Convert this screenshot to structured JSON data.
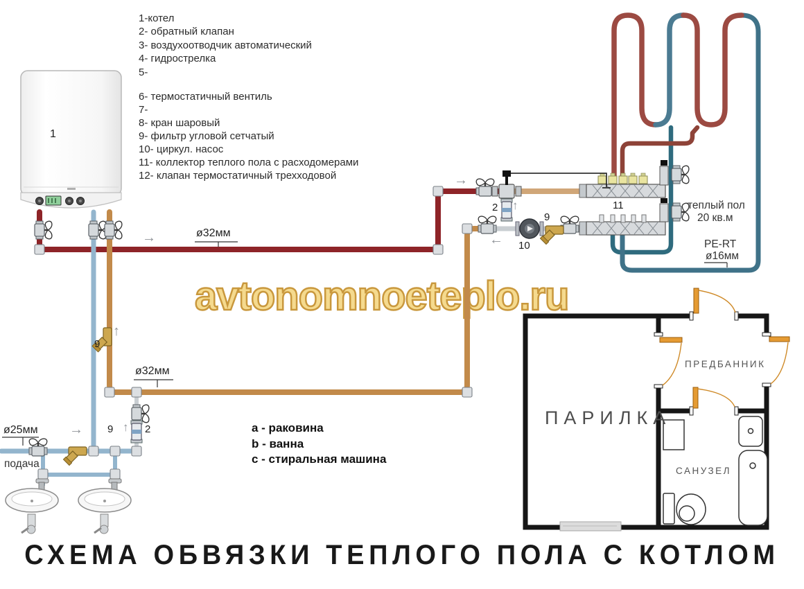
{
  "watermark": "avtonomnoeteplo.ru",
  "title": "СХЕМА ОБВЯЗКИ ТЕПЛОГО ПОЛА С КОТЛОМ",
  "legend": {
    "items": [
      "1-котел",
      "2- обратный клапан",
      "3- воздухоотводчик автоматический",
      "4- гидрострелка",
      "5-",
      "6- термостатичный вентиль",
      "7-",
      "8- кран шаровый",
      "9- фильтр угловой сетчатый",
      "10- циркул. насос",
      "11- коллектор теплого пола с расходомерами",
      "12- клапан термостатичный трехходовой"
    ]
  },
  "labels": {
    "boiler_num": "1",
    "check_mix": "2",
    "pump": "10",
    "filter_pump": "9",
    "manifold": "11",
    "filter_orange": "9",
    "filter_makeup": "9",
    "check_makeup": "2",
    "dia32_supply": "ø32мм",
    "dia32_return": "ø32мм",
    "dia25": "ø25мм",
    "dia16": "ø16мм",
    "pe_rt": "PE-RT",
    "warm_floor_1": "теплый пол",
    "warm_floor_2": "20 кв.м",
    "supply_word": "подача"
  },
  "arrows": {
    "supply_main": "→",
    "supply_top": "→",
    "pump_line": "←",
    "check_mix_flow": "↑",
    "filter_orange_flow": "↑",
    "cold_flow": "→",
    "makeup_flow": "↑"
  },
  "rooms": {
    "parilka": "ПАРИЛКА",
    "predbannik": "ПРЕДБАННИК",
    "sanuzel": "САНУЗЕЛ"
  },
  "fixtures_legend": {
    "a": "a - раковина",
    "b": "b - ванна",
    "c": "c - стиральная машина"
  },
  "colors": {
    "supply_red": "#8e2428",
    "return_orange": "#c28a4a",
    "cold_blue": "#93b5cd",
    "floor_teal": "#2f6b7e",
    "coil_red": "#9c4a42",
    "coil_blue": "#4b7b92",
    "watermark_fill": "#f5da8e",
    "watermark_stroke": "#c9983d",
    "door_orange": "#e59b33"
  }
}
